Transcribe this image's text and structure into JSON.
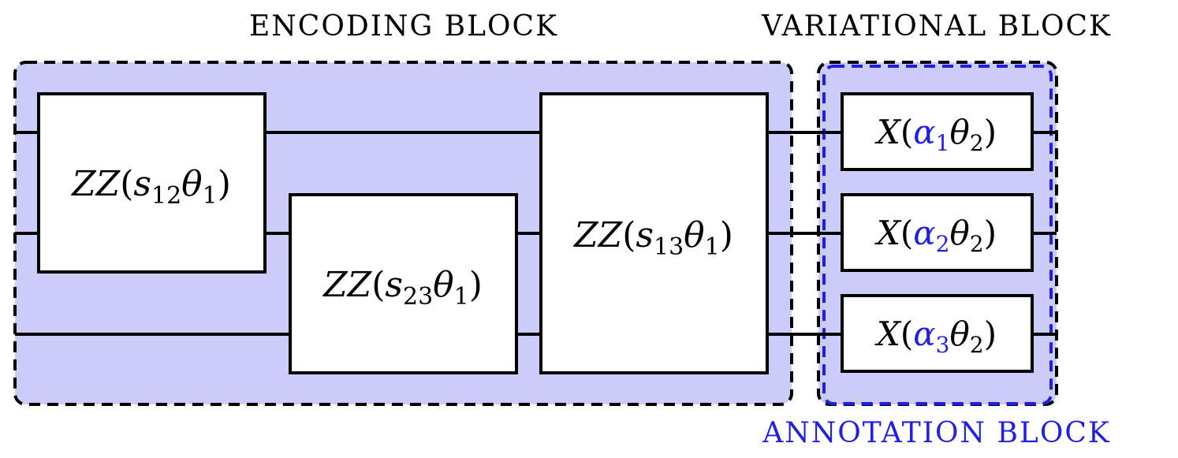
{
  "titles": {
    "encoding": "ENCODING BLOCK",
    "variational": "VARIATIONAL BLOCK",
    "annotation": "ANNOTATION BLOCK"
  },
  "gates": {
    "zz12": {
      "op": "ZZ",
      "paren_open": "(",
      "sym": "s",
      "sym_sub": "12",
      "param": "θ",
      "param_sub": "1",
      "paren_close": ")"
    },
    "zz23": {
      "op": "ZZ",
      "paren_open": "(",
      "sym": "s",
      "sym_sub": "23",
      "param": "θ",
      "param_sub": "1",
      "paren_close": ")"
    },
    "zz13": {
      "op": "ZZ",
      "paren_open": "(",
      "sym": "s",
      "sym_sub": "13",
      "param": "θ",
      "param_sub": "1",
      "paren_close": ")"
    },
    "x1": {
      "op": "X",
      "paren_open": "(",
      "sym": "α",
      "sym_sub": "1",
      "param": "θ",
      "param_sub": "2",
      "paren_close": ")"
    },
    "x2": {
      "op": "X",
      "paren_open": "(",
      "sym": "α",
      "sym_sub": "2",
      "param": "θ",
      "param_sub": "2",
      "paren_close": ")"
    },
    "x3": {
      "op": "X",
      "paren_open": "(",
      "sym": "α",
      "sym_sub": "3",
      "param": "θ",
      "param_sub": "2",
      "paren_close": ")"
    }
  },
  "colors": {
    "block_fill": "#ccccfa",
    "annotation": "#1f1fe6",
    "line": "#000000"
  }
}
